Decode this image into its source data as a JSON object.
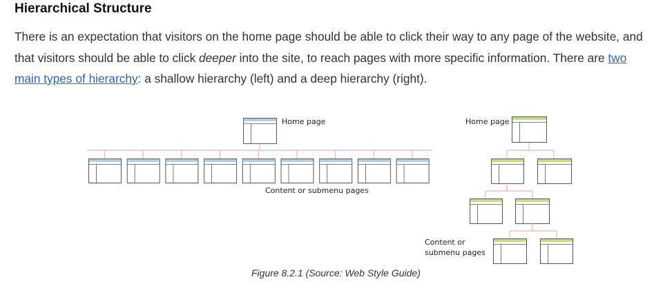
{
  "section": {
    "heading": "Hierarchical Structure",
    "paragraph": {
      "part1": "There is an expectation that visitors on the home page should be able to click their way to any page of the website, and that visitors should be able to click ",
      "emphasis": "deeper",
      "part2": " into the site, to reach pages with more specific information. There are ",
      "link": "two main types of hierarchy",
      "part3": ": a shallow hierarchy (left) and a deep hierarchy (right)."
    }
  },
  "figure": {
    "shallow": {
      "home_label": "Home page",
      "content_label": "Content or submenu pages",
      "child_page_count": 9
    },
    "deep": {
      "home_label": "Home page",
      "content_label_line1": "Content or",
      "content_label_line2": "submenu pages"
    },
    "colors": {
      "connector": "#e8b4b4",
      "shallow_header": "#b7cde6",
      "deep_header": "#c6e08a",
      "page_border": "#555555"
    },
    "caption": "Figure 8.2.1 (Source: Web Style Guide)"
  }
}
